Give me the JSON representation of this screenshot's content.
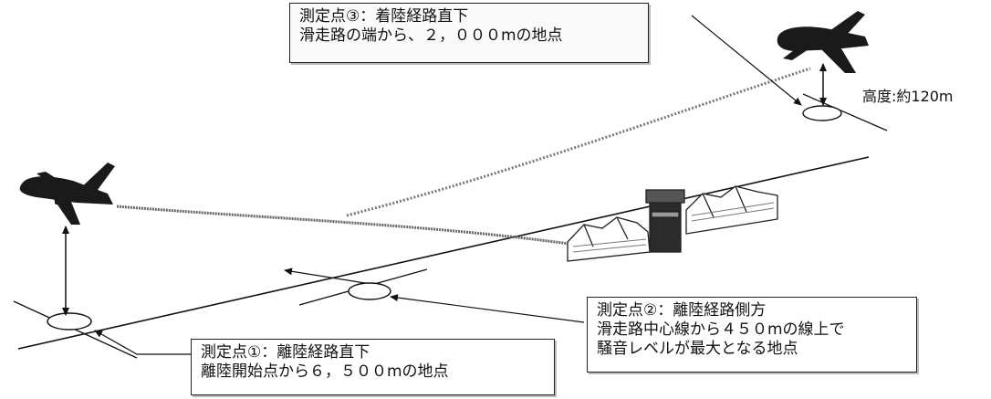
{
  "labels": {
    "point3": {
      "line1": "測定点③：着陸経路直下",
      "line2": "滑走路の端から、２，０００mの地点"
    },
    "point2": {
      "line1": "測定点②：離陸経路側方",
      "line2": "滑走路中心線から４５０mの線上で",
      "line3": "騒音レベルが最大となる地点"
    },
    "point1": {
      "line1": "測定点①：離陸経路直下",
      "line2": "離陸開始点から６，５００mの地点"
    },
    "altitude": "高度:約120m"
  }
}
